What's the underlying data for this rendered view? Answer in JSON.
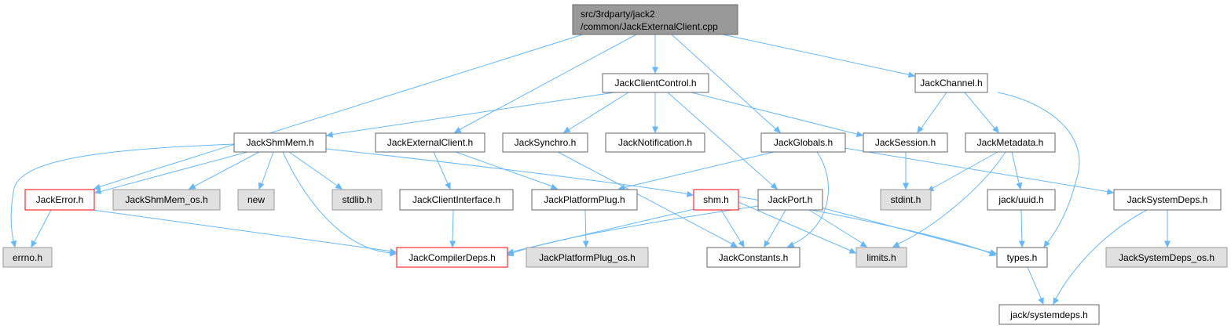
{
  "colors": {
    "edge": "#63b8ff",
    "root_fill": "#999999",
    "node_border": "#666666",
    "system_fill": "#e0e0e0",
    "error_border": "#ff0000"
  },
  "nodes": {
    "root": {
      "line1": "src/3rdparty/jack2",
      "line2": "/common/JackExternalClient.cpp"
    },
    "jackclientcontrol": "JackClientControl.h",
    "jackchannel": "JackChannel.h",
    "jackshmmem": "JackShmMem.h",
    "jackexternalclient": "JackExternalClient.h",
    "jacksynchro": "JackSynchro.h",
    "jacknotification": "JackNotification.h",
    "jackglobals": "JackGlobals.h",
    "jacksession": "JackSession.h",
    "jackmetadata": "JackMetadata.h",
    "jackerror": "JackError.h",
    "jackshmmem_os": "JackShmMem_os.h",
    "new": "new",
    "stdlib": "stdlib.h",
    "jackclientinterface": "JackClientInterface.h",
    "jackplatformplug": "JackPlatformPlug.h",
    "shm": "shm.h",
    "jackport": "JackPort.h",
    "stdint": "stdint.h",
    "jackuuid": "jack/uuid.h",
    "jacksystemdeps": "JackSystemDeps.h",
    "errno": "errno.h",
    "jackcompilerdeps": "JackCompilerDeps.h",
    "jackplatformplug_os": "JackPlatformPlug_os.h",
    "jackconstants": "JackConstants.h",
    "limits": "limits.h",
    "types": "types.h",
    "jacksystemdeps_os": "JackSystemDeps_os.h",
    "systemdeps": "jack/systemdeps.h"
  }
}
